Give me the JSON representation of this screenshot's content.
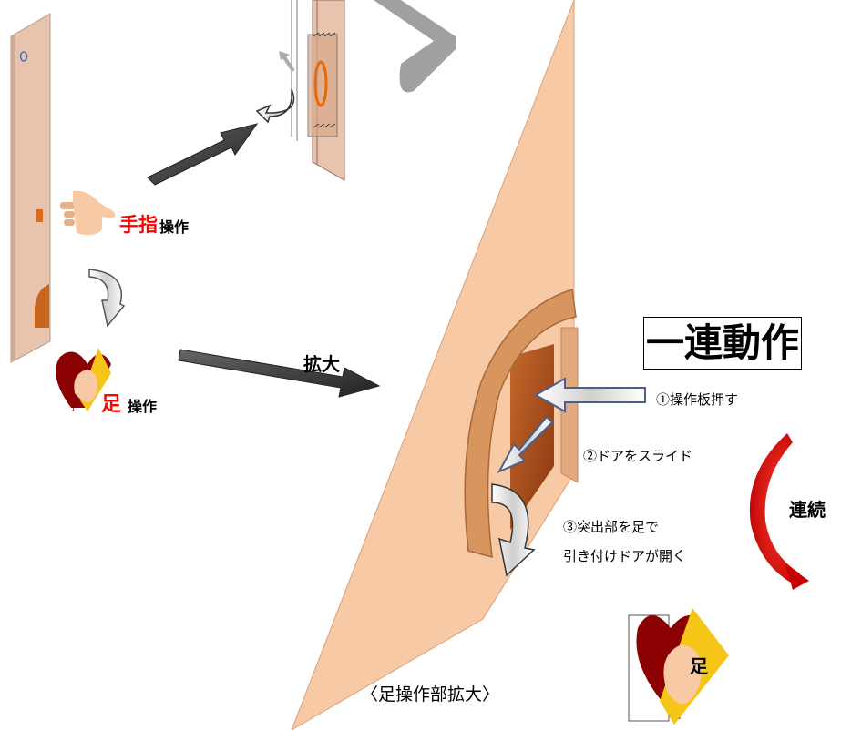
{
  "labels": {
    "finger_big": "手指",
    "finger_small": "操作",
    "foot_big": "足",
    "foot_small": "操作",
    "enlarge": "拡大",
    "sequence_title": "一連動作",
    "step1": "①操作板押す",
    "step2": "②ドアをスライド",
    "step3_line1": "③突出部を足で",
    "step3_line2": "引き付けドアが開く",
    "continuous": "連続",
    "caption": "〈足操作部拡大〉",
    "foot_badge": "足",
    "door_mark": "0"
  },
  "colors": {
    "door_panel": "#e8c4ae",
    "skin": "#f7c9a4",
    "skin_dark": "#d9955e",
    "plate": "#b5541c",
    "arrow_dark": "#3d3d3d",
    "red_text": "#ff0000",
    "heart": "#8b0000",
    "badge_yellow": "#f5c518"
  },
  "icons": {
    "hand": "hand-icon",
    "heart_badge": "foot-heart-icon",
    "curved_arrow": "curved-arrow-icon"
  }
}
